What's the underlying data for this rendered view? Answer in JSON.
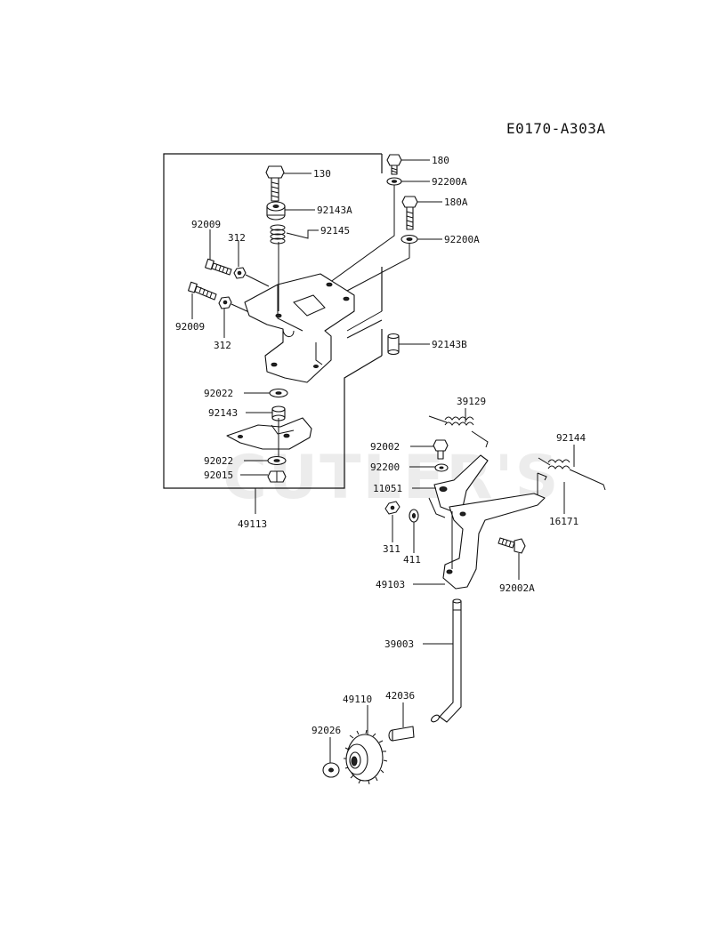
{
  "diagram_code": "E0170-A303A",
  "watermark": "CUTLER'S",
  "labels": {
    "p130": "130",
    "p180": "180",
    "p92200A_1": "92200A",
    "p180A": "180A",
    "p92200A_2": "92200A",
    "p92143A": "92143A",
    "p92009_1": "92009",
    "p312_1": "312",
    "p92145": "92145",
    "p92009_2": "92009",
    "p312_2": "312",
    "p92143B": "92143B",
    "p92022_1": "92022",
    "p92143": "92143",
    "p92022_2": "92022",
    "p92015": "92015",
    "p49113": "49113",
    "p39129": "39129",
    "p92002": "92002",
    "p92200": "92200",
    "p11051": "11051",
    "p92144": "92144",
    "p16171": "16171",
    "p311": "311",
    "p411": "411",
    "p92002A": "92002A",
    "p49103": "49103",
    "p39003": "39003",
    "p49110": "49110",
    "p42036": "42036",
    "p92026": "92026"
  }
}
